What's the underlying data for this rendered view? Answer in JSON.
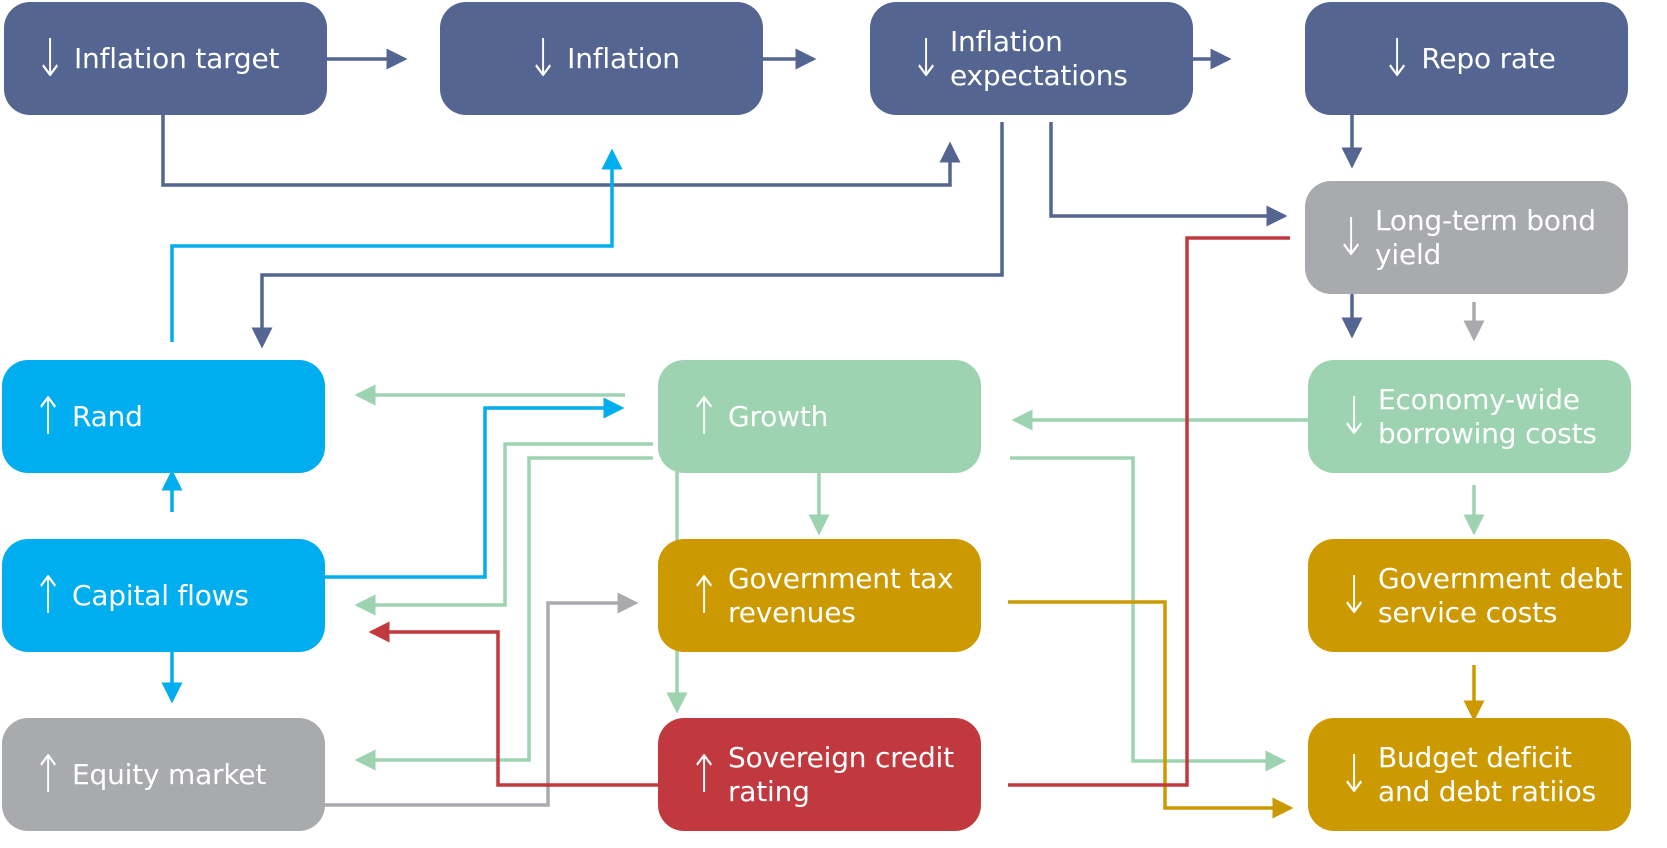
{
  "diagram": {
    "colors": {
      "navy": "#536590",
      "grey": "#a9aaae",
      "cyan": "#00aeef",
      "mint": "#9dd3b1",
      "gold": "#cc9a00",
      "red": "#c1393e"
    },
    "nodes": {
      "inflation_target": {
        "direction": "↓",
        "label": "Inflation target"
      },
      "inflation": {
        "direction": "↓",
        "label": "Inflation"
      },
      "inflation_expectations": {
        "direction": "↓",
        "label": "Inflation expectations"
      },
      "repo_rate": {
        "direction": "↓",
        "label": "Repo rate"
      },
      "long_term_bond_yield": {
        "direction": "↓",
        "label": "Long-term bond yield"
      },
      "rand": {
        "direction": "↑",
        "label": "Rand"
      },
      "growth": {
        "direction": "↑",
        "label": "Growth"
      },
      "economy_wide_borrowing_costs": {
        "direction": "↓",
        "label": "Economy-wide borrowing costs"
      },
      "capital_flows": {
        "direction": "↑",
        "label": "Capital flows"
      },
      "government_tax_revenues": {
        "direction": "↑",
        "label": "Government tax revenues"
      },
      "government_debt_service_costs": {
        "direction": "↓",
        "label": "Government debt service costs"
      },
      "equity_market": {
        "direction": "↑",
        "label": "Equity market"
      },
      "sovereign_credit_rating": {
        "direction": "↑",
        "label": "Sovereign credit rating"
      },
      "budget_deficit_and_debt_ratios": {
        "direction": "↓",
        "label": "Budget deficit and debt ratiios"
      }
    },
    "edges": [
      {
        "from": "Inflation target",
        "to": "Inflation",
        "color": "navy"
      },
      {
        "from": "Inflation",
        "to": "Inflation expectations",
        "color": "navy"
      },
      {
        "from": "Inflation expectations",
        "to": "Repo rate",
        "color": "navy"
      },
      {
        "from": "Inflation target",
        "to": "Inflation expectations",
        "color": "navy"
      },
      {
        "from": "Inflation expectations",
        "to": "Long-term bond yield",
        "color": "navy"
      },
      {
        "from": "Inflation expectations",
        "to": "Rand",
        "color": "navy"
      },
      {
        "from": "Repo rate",
        "to": "Long-term bond yield",
        "color": "navy"
      },
      {
        "from": "Repo rate",
        "to": "Economy-wide borrowing costs",
        "color": "navy"
      },
      {
        "from": "Long-term bond yield",
        "to": "Economy-wide borrowing costs",
        "color": "grey"
      },
      {
        "from": "Rand",
        "to": "Inflation",
        "color": "cyan"
      },
      {
        "from": "Capital flows",
        "to": "Rand",
        "color": "cyan"
      },
      {
        "from": "Capital flows",
        "to": "Growth",
        "color": "cyan"
      },
      {
        "from": "Capital flows",
        "to": "Equity market",
        "color": "cyan"
      },
      {
        "from": "Growth",
        "to": "Rand",
        "color": "mint"
      },
      {
        "from": "Growth",
        "to": "Capital flows",
        "color": "mint"
      },
      {
        "from": "Growth",
        "to": "Equity market",
        "color": "mint"
      },
      {
        "from": "Growth",
        "to": "Government tax revenues",
        "color": "mint"
      },
      {
        "from": "Growth",
        "to": "Sovereign credit rating",
        "color": "mint"
      },
      {
        "from": "Growth",
        "to": "Budget deficit and debt ratiios",
        "color": "mint"
      },
      {
        "from": "Economy-wide borrowing costs",
        "to": "Growth",
        "color": "mint"
      },
      {
        "from": "Economy-wide borrowing costs",
        "to": "Government debt service costs",
        "color": "mint"
      },
      {
        "from": "Equity market",
        "to": "Government tax revenues",
        "color": "grey"
      },
      {
        "from": "Government tax revenues",
        "to": "Budget deficit and debt ratiios",
        "color": "gold"
      },
      {
        "from": "Government debt service costs",
        "to": "Budget deficit and debt ratiios",
        "color": "gold"
      },
      {
        "from": "Sovereign credit rating",
        "to": "Capital flows",
        "color": "red"
      },
      {
        "from": "Sovereign credit rating",
        "to": "Long-term bond yield",
        "color": "red"
      }
    ]
  }
}
